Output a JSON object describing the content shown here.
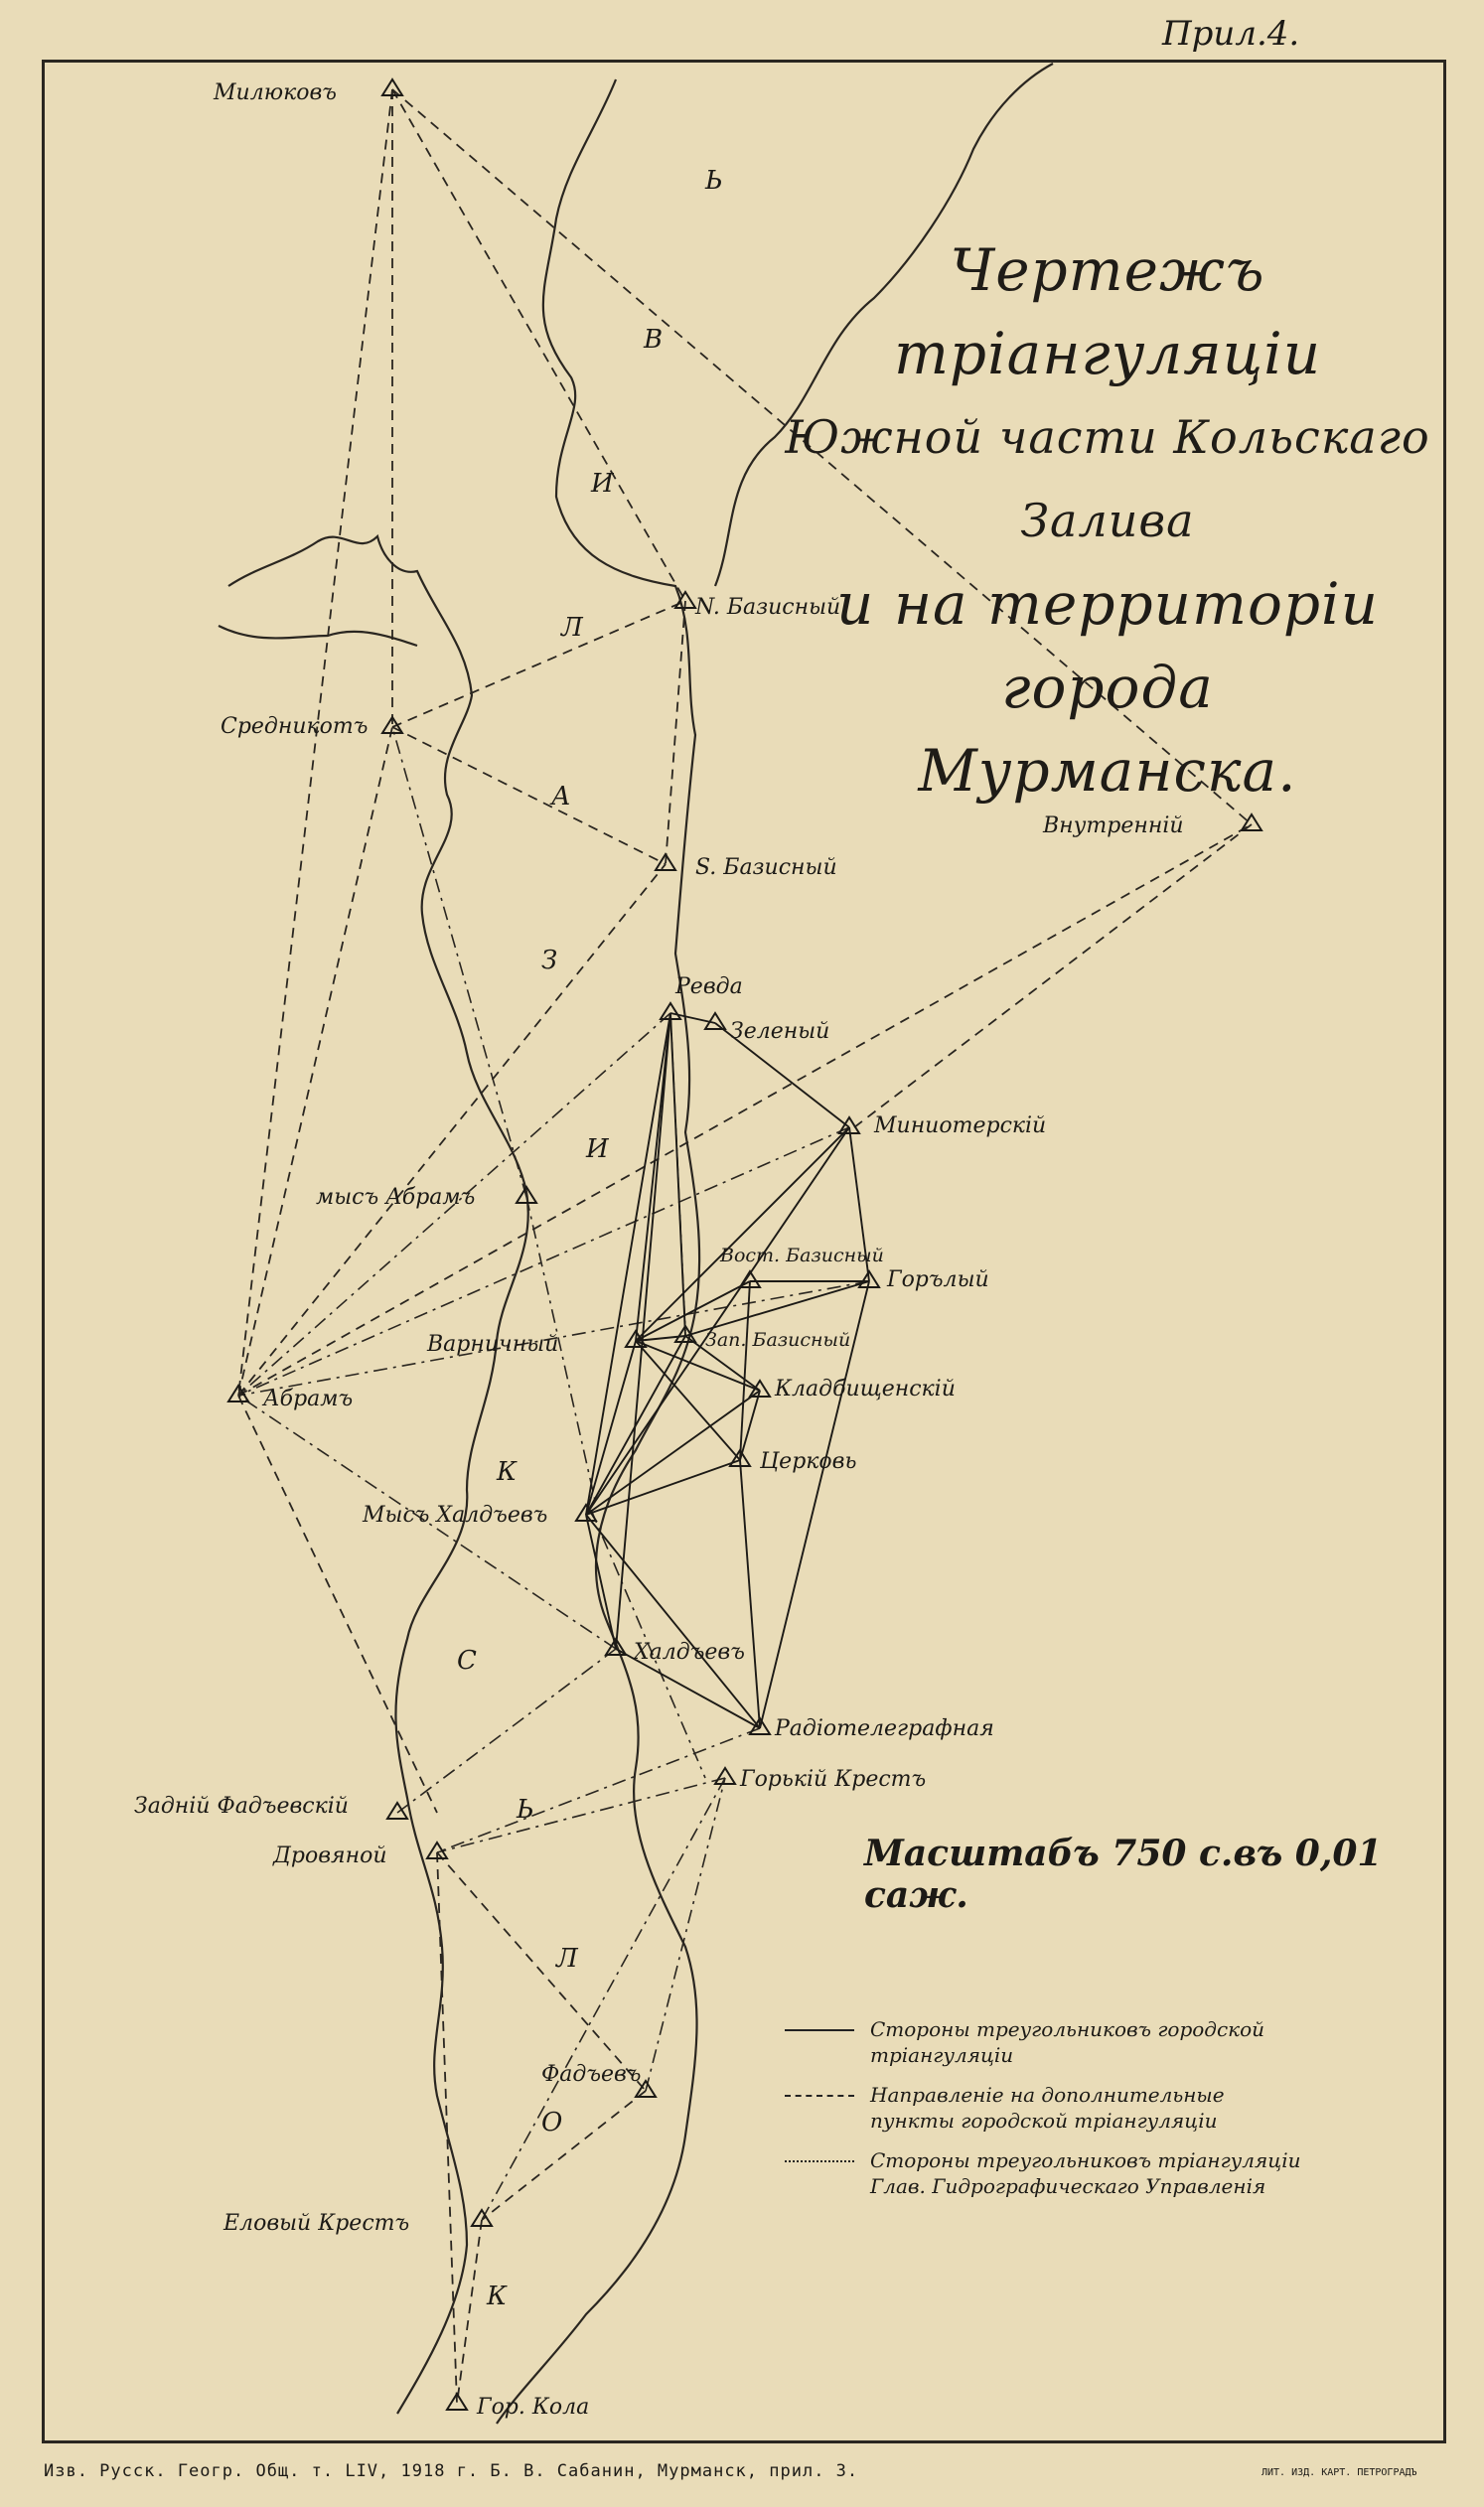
{
  "corner_label": "Прил.4.",
  "title_lines": [
    "Чертежъ тріангуляціи",
    "Южной части Кольскаго Залива",
    "и на территоріи города",
    "Мурманска."
  ],
  "scale_text": "Масштабъ 750 с.въ 0,01 саж.",
  "legend": [
    {
      "text": "Стороны треугольниковъ городской тріангуляціи"
    },
    {
      "text": "Направленіе на дополнительные пункты городской тріангуляціи"
    },
    {
      "text": "Стороны треугольниковъ тріангуляціи Глав. Гидрографическаго Управленія"
    }
  ],
  "footer": "Изв. Русск. Геогр. Общ. т. LIV, 1918 г. Б. В. Сабанин, Мурманск, прил. 3.",
  "printer_mark": "ЛИТ. ИЗД. КАРТ. ПЕТРОГРАДЪ",
  "bay_letters": [
    "В",
    "И",
    "Л",
    "А",
    "З",
    "И",
    "К",
    "С",
    "Ь",
    "Л",
    "О",
    "К",
    "Ь"
  ],
  "points": [
    {
      "id": "miliukov",
      "label": "Милюковъ"
    },
    {
      "id": "n_bazis",
      "label": "N. Базисный"
    },
    {
      "id": "sredny",
      "label": "Средникотъ"
    },
    {
      "id": "s_bazis",
      "label": "S. Базисный"
    },
    {
      "id": "vnutr",
      "label": "Внутренній"
    },
    {
      "id": "revda",
      "label": "Ревда"
    },
    {
      "id": "zeleny",
      "label": "Зеленый"
    },
    {
      "id": "mining",
      "label": "Миниотерскій"
    },
    {
      "id": "abram_mys",
      "label": "мысъ Абрамъ"
    },
    {
      "id": "vost_baz",
      "label": "Вост. Базисный"
    },
    {
      "id": "gorely",
      "label": "Горълый"
    },
    {
      "id": "varnichny",
      "label": "Варничный"
    },
    {
      "id": "zap_baz",
      "label": "Зап. Базисный"
    },
    {
      "id": "kladb",
      "label": "Кладбищенскій"
    },
    {
      "id": "abram",
      "label": "Абрамъ"
    },
    {
      "id": "tserkov",
      "label": "Церковь"
    },
    {
      "id": "mys_khald",
      "label": "Мысъ Халдъевъ"
    },
    {
      "id": "khaldeev",
      "label": "Халдъевъ"
    },
    {
      "id": "radio",
      "label": "Радіотелеграфная"
    },
    {
      "id": "gorky_krest",
      "label": "Горькій Крестъ"
    },
    {
      "id": "zadny",
      "label": "Задній Фадъевскій"
    },
    {
      "id": "drovyanoy",
      "label": "Дровяной"
    },
    {
      "id": "fadeev",
      "label": "Фадъевъ"
    },
    {
      "id": "elovy",
      "label": "Еловый Крестъ"
    },
    {
      "id": "kola",
      "label": "Гор. Кола"
    }
  ],
  "colors": {
    "paper": "#e9dcb8",
    "ink": "#1c1a16"
  }
}
